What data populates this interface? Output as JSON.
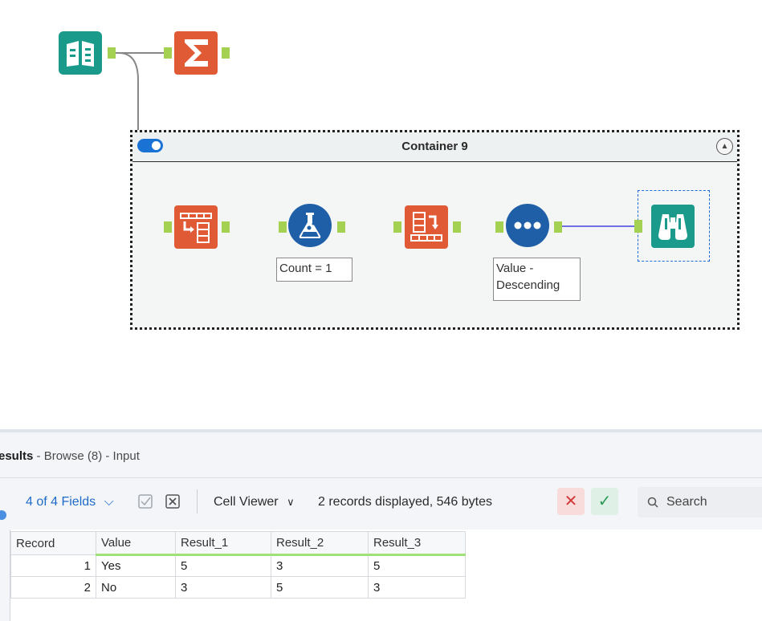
{
  "canvas": {
    "container": {
      "title": "Container 9",
      "toggle_on": true
    },
    "annotations": {
      "sample": "Count = 1",
      "sort_line1": "Value -",
      "sort_line2": "Descending"
    },
    "tools": {
      "input": "book-icon",
      "summarize": "sigma-icon",
      "transpose": "transpose-icon",
      "sample": "flask-icon",
      "crosstab": "crosstab-icon",
      "sort": "dots-icon",
      "browse": "binoculars-icon"
    },
    "colors": {
      "teal": "#1a9a8a",
      "orange": "#e05a36",
      "blue": "#1f5fa8",
      "anchor": "#a4d152",
      "wire": "#7070e6"
    }
  },
  "results": {
    "title_bold": "esults",
    "title_rest": "- Browse (8) - Input",
    "fields_label": "4 of 4 Fields",
    "cell_viewer_label": "Cell Viewer",
    "records_info": "2 records displayed, 546 bytes",
    "search_placeholder": "Search",
    "columns": [
      "Record",
      "Value",
      "Result_1",
      "Result_2",
      "Result_3"
    ],
    "rows": [
      [
        "1",
        "Yes",
        "5",
        "3",
        "5"
      ],
      [
        "2",
        "No",
        "3",
        "5",
        "3"
      ]
    ]
  }
}
